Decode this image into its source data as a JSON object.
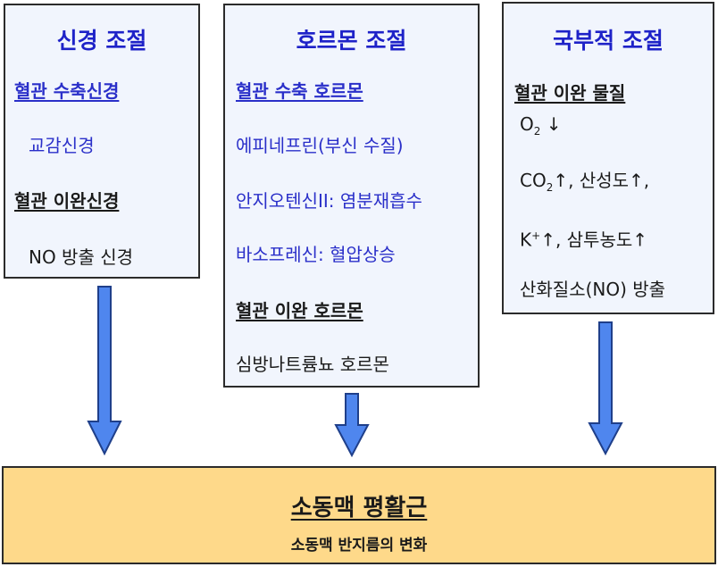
{
  "neural": {
    "title": "신경 조절",
    "constrict_head": "혈관 수축신경",
    "constrict_item": "교감신경",
    "dilate_head": "혈관 이완신경",
    "dilate_item": "NO 방출 신경"
  },
  "hormonal": {
    "title": "호르몬 조절",
    "constrict_head": "혈관 수축 호르몬",
    "items": [
      "에피네프린(부신 수질)",
      "안지오텐신II: 염분재흡수",
      "바소프레신: 혈압상승"
    ],
    "dilate_head": "혈관 이완 호르몬",
    "dilate_item": "심방나트륨뇨 호르몬"
  },
  "local": {
    "title": "국부적 조절",
    "dilate_head": "혈관 이완 물질",
    "o2_main": "O",
    "o2_sub": "2",
    "o2_arrow": "↓",
    "co2_main": "CO",
    "co2_sub": "2",
    "co2_rest": "↑, 산성도↑,",
    "k_main": "K",
    "k_sup": "+",
    "k_rest": "↑, 삼투농도↑",
    "no_item": "산화질소(NO) 방출"
  },
  "target": {
    "title": "소동맥 평활근",
    "subtitle": "소동맥 반지름의 변화"
  },
  "colors": {
    "box_fill": "#f1f5fd",
    "title_blue": "#1e22c8",
    "text_blue": "#2a2fc9",
    "arrow_blue": "#4f86ee",
    "bottom_fill": "#fed98a"
  }
}
